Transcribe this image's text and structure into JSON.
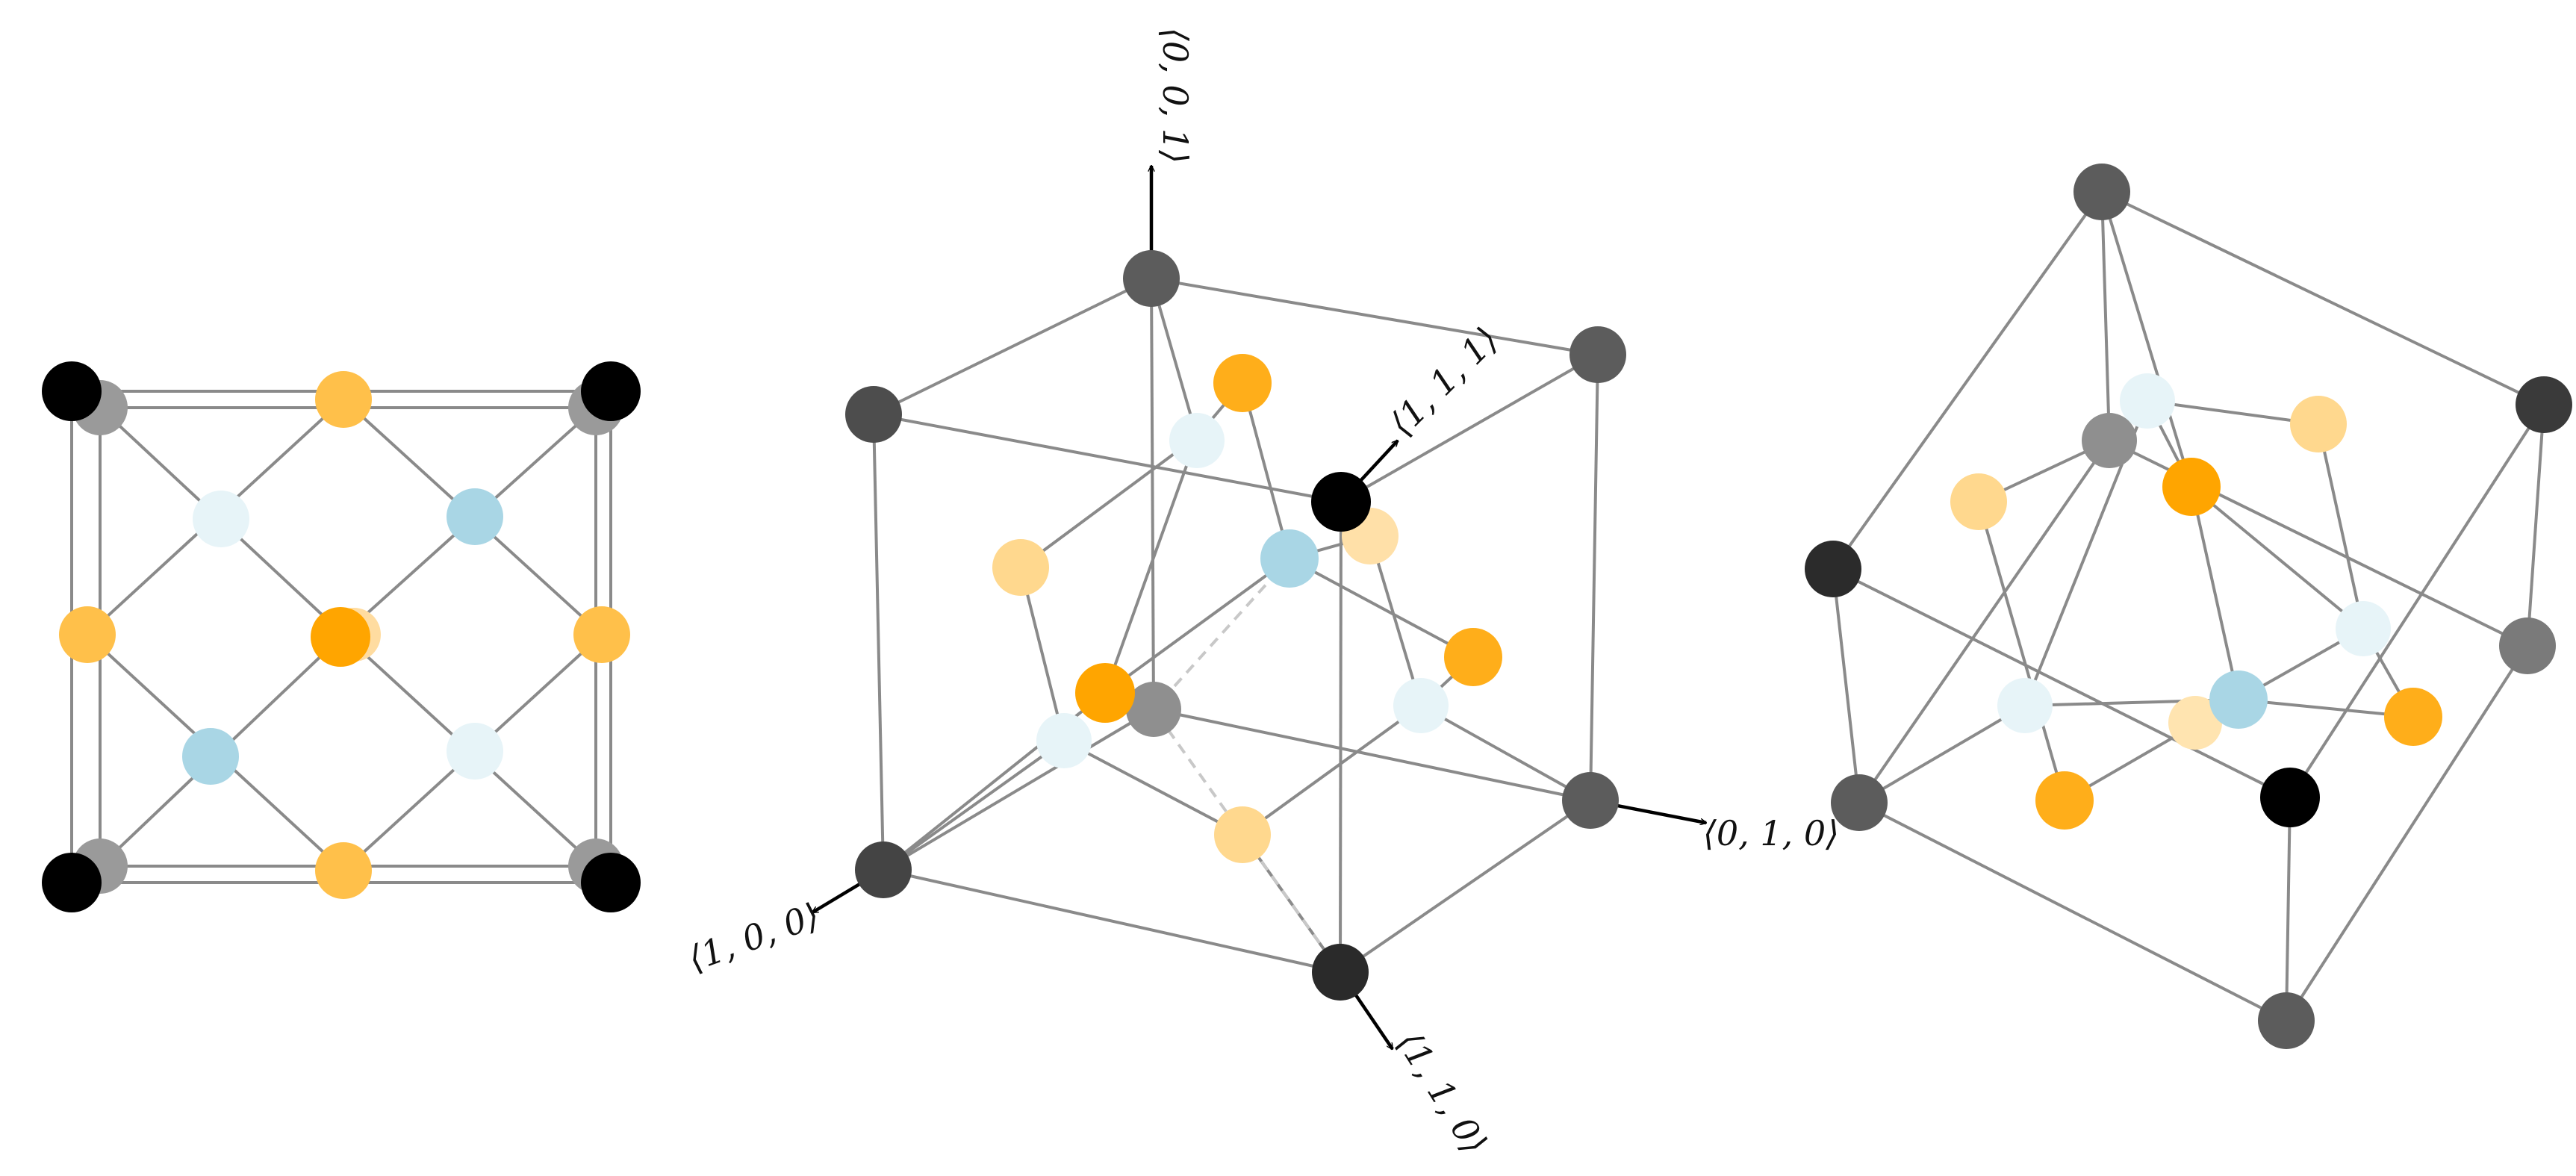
{
  "colors": {
    "corner_atom": "#000000",
    "orange_atom": "#ffa500",
    "blue_atom": "#add8e6",
    "bond_line": "#888888",
    "diagonal_line": "#c8c8c8",
    "axis_arrow": "#000000"
  },
  "axis_labels": {
    "a001": "⟨0, 0, 1⟩",
    "a111": "⟨1, 1, 1⟩",
    "a010": "⟨0, 1, 0⟩",
    "a100": "⟨1, 0, 0⟩",
    "a110": "⟨1, 1, 0⟩"
  }
}
